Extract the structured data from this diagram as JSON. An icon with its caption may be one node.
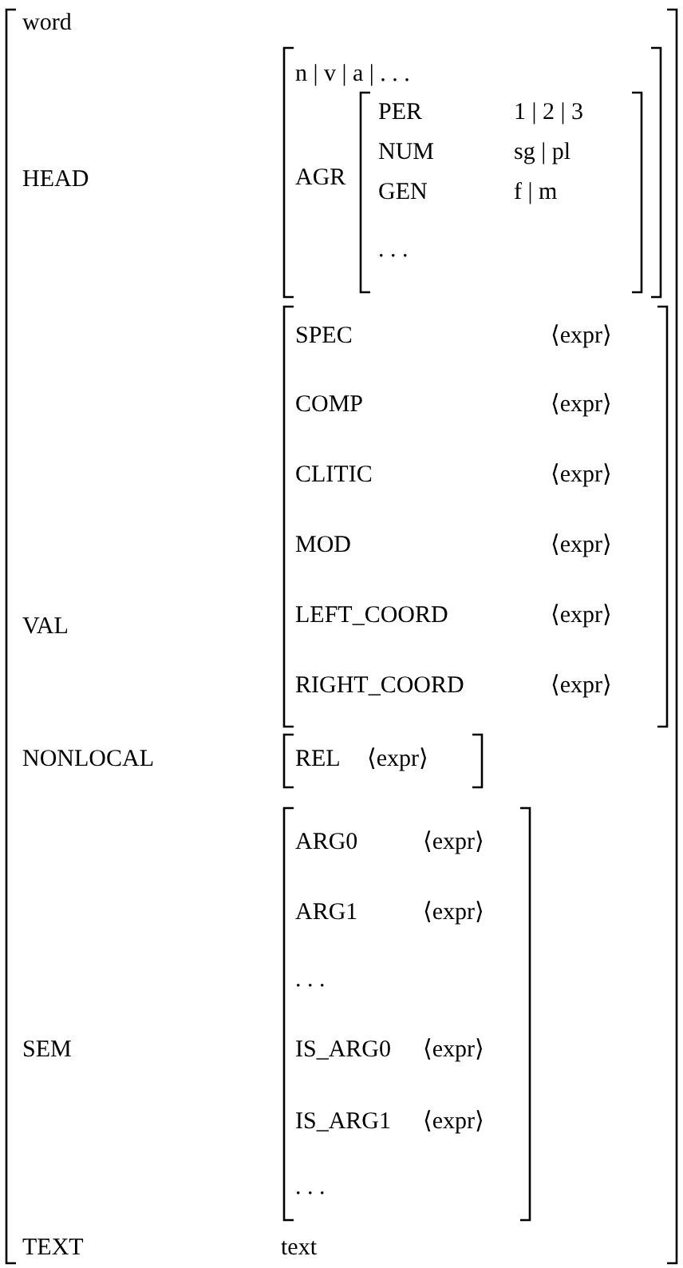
{
  "diagram": {
    "labels": [
      "word",
      "HEAD",
      "n | v | a | . . .",
      "AGR",
      "PER",
      "1 | 2 | 3",
      "NUM",
      "sg | pl",
      "GEN",
      "f | m",
      ". . .",
      "VAL",
      "SPEC",
      "⟨expr⟩",
      "COMP",
      "⟨expr⟩",
      "CLITIC",
      "⟨expr⟩",
      "MOD",
      "⟨expr⟩",
      "LEFT_COORD",
      "⟨expr⟩",
      "RIGHT_COORD",
      "⟨expr⟩",
      "NONLOCAL",
      "REL",
      "⟨expr⟩",
      "SEM",
      "ARG0",
      "⟨expr⟩",
      "ARG1",
      "⟨expr⟩",
      ". . .",
      "IS_ARG0",
      "⟨expr⟩",
      "IS_ARG1",
      "⟨expr⟩",
      ". . .",
      "TEXT",
      "text"
    ]
  }
}
